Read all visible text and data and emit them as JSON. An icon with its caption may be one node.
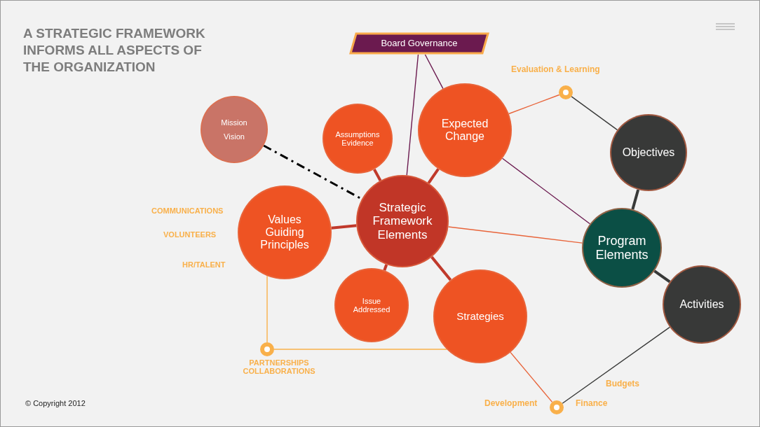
{
  "diagram": {
    "title": "A STRATEGIC FRAMEWORK INFORMS ALL ASPECTS OF THE ORGANIZATION",
    "nodes": [
      {
        "text": [
          "Board Governance"
        ]
      },
      {
        "text": [
          "Mission",
          "Vision"
        ]
      },
      {
        "text": [
          "Assumptions Evidence"
        ]
      },
      {
        "text": [
          "Expected Change"
        ]
      },
      {
        "text": [],
        "shape": "circle",
        "beside": [
          "Evaluation & Learning"
        ]
      },
      {
        "text": [
          "Objectives"
        ]
      },
      {
        "text": [
          "Values Guiding Principles"
        ]
      },
      {
        "text": [
          "Strategic Framework Elements"
        ]
      },
      {
        "text": [
          "Program Elements"
        ]
      },
      {
        "text": [
          "Issue Addressed"
        ]
      },
      {
        "text": [
          "Strategies"
        ]
      },
      {
        "text": [
          "Activities"
        ]
      },
      {
        "text": [],
        "shape": "circle",
        "beside": [
          "PARTNERSHIPS COLLABORATIONS"
        ]
      },
      {
        "text": [],
        "shape": "circle",
        "beside": [
          "Development",
          "Finance"
        ]
      }
    ],
    "edges": [
      {
        "from": 1,
        "to": 7,
        "arrow": "none",
        "style": "dashed",
        "color": "#000000"
      },
      {
        "from": 2,
        "to": 7,
        "arrow": "none",
        "style": "thick"
      },
      {
        "from": 3,
        "to": 7,
        "arrow": "none",
        "style": "thick"
      },
      {
        "from": 6,
        "to": 7,
        "arrow": "none",
        "style": "thick"
      },
      {
        "from": 9,
        "to": 7,
        "arrow": "none",
        "style": "thick"
      },
      {
        "from": 10,
        "to": 7,
        "arrow": "none",
        "style": "thick"
      },
      {
        "from": 0,
        "to": 7,
        "arrow": "none",
        "color": "#6b1a4f"
      },
      {
        "from": 0,
        "to": 3,
        "arrow": "none",
        "color": "#6b1a4f"
      },
      {
        "from": 3,
        "to": 8,
        "arrow": "none",
        "color": "#6b1a4f"
      },
      {
        "from": 3,
        "to": 4,
        "arrow": "none",
        "color": "#e8643a"
      },
      {
        "from": 4,
        "to": 5,
        "arrow": "none",
        "color": "#383938"
      },
      {
        "from": 7,
        "to": 8,
        "arrow": "none",
        "color": "#e8643a"
      },
      {
        "from": 5,
        "to": 8,
        "arrow": "none",
        "style": "thick",
        "color": "#383938"
      },
      {
        "from": 8,
        "to": 11,
        "arrow": "none",
        "style": "thick",
        "color": "#383938"
      },
      {
        "from": 6,
        "to": 12,
        "arrow": "none",
        "color": "#f9b04a"
      },
      {
        "from": 12,
        "to": 10,
        "arrow": "none",
        "color": "#f9b04a"
      },
      {
        "from": 10,
        "to": 13,
        "arrow": "none",
        "color": "#e8643a"
      },
      {
        "from": 13,
        "to": 11,
        "arrow": "none",
        "color": "#383938"
      }
    ],
    "labels": [
      "COMMUNICATIONS",
      "VOLUNTEERS",
      "HR/TALENT",
      "Budgets",
      "© Copyright 2012"
    ]
  }
}
